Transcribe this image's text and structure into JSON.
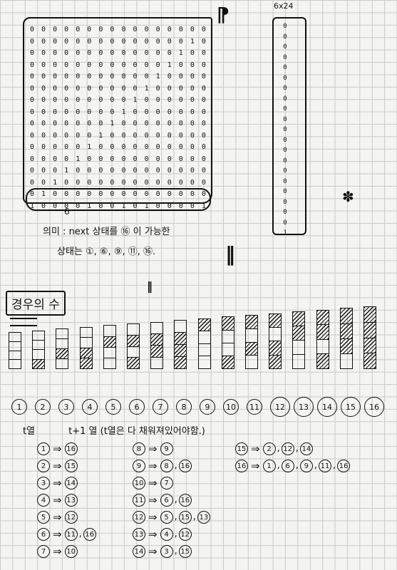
{
  "matrix": {
    "rows": [
      "0000000000000000",
      "0000000000000010",
      "0000000000000100",
      "0000000000001000",
      "0000000000010000",
      "0000000000100000",
      "0000000001000000",
      "0000000010000000",
      "0000000100000000",
      "0000001000000000",
      "0000010000000000",
      "0000100000000000",
      "0001000000000000",
      "0010000000000000",
      "0100000000000000",
      "1000010010100001"
    ],
    "row_label": "6"
  },
  "vector": {
    "label": "6x24",
    "values": [
      "0",
      "0",
      "0",
      "0",
      "0",
      "0",
      "0",
      "0",
      "0",
      "0",
      "0",
      "0",
      "0",
      "0",
      "0",
      "0",
      "0",
      "0",
      "0",
      "0",
      "1"
    ]
  },
  "meaning": {
    "line1": "의미 : next 상태를 ⑯ 이 가능한",
    "line2": "상태는 ①, ⑥, ⑨, ⑪, ⑯."
  },
  "cases": {
    "title": "경우의 수",
    "states": [
      [
        0,
        0,
        0,
        0
      ],
      [
        0,
        0,
        0,
        1
      ],
      [
        0,
        0,
        1,
        0
      ],
      [
        0,
        0,
        1,
        1
      ],
      [
        0,
        1,
        0,
        0
      ],
      [
        0,
        1,
        0,
        1
      ],
      [
        0,
        1,
        1,
        0
      ],
      [
        0,
        1,
        1,
        1
      ],
      [
        1,
        0,
        0,
        0
      ],
      [
        1,
        0,
        0,
        1
      ],
      [
        1,
        0,
        1,
        0
      ],
      [
        1,
        0,
        1,
        1
      ],
      [
        1,
        1,
        0,
        0
      ],
      [
        1,
        1,
        0,
        1
      ],
      [
        1,
        1,
        1,
        0
      ],
      [
        1,
        1,
        1,
        1
      ]
    ],
    "numbers": [
      "1",
      "2",
      "3",
      "4",
      "5",
      "6",
      "7",
      "8",
      "9",
      "10",
      "11",
      "12",
      "13",
      "14",
      "15",
      "16"
    ]
  },
  "transitions": {
    "header_left": "t열",
    "header_right": "t+1 열 (t열은 다 채워져있어야함.)",
    "col1": [
      {
        "from": "1",
        "to": [
          "16"
        ]
      },
      {
        "from": "2",
        "to": [
          "15"
        ]
      },
      {
        "from": "3",
        "to": [
          "14"
        ]
      },
      {
        "from": "4",
        "to": [
          "13"
        ]
      },
      {
        "from": "5",
        "to": [
          "12"
        ]
      },
      {
        "from": "6",
        "to": [
          "11",
          "16"
        ]
      },
      {
        "from": "7",
        "to": [
          "10"
        ]
      }
    ],
    "col2": [
      {
        "from": "8",
        "to": [
          "9"
        ]
      },
      {
        "from": "9",
        "to": [
          "8",
          "16"
        ]
      },
      {
        "from": "10",
        "to": [
          "7"
        ]
      },
      {
        "from": "11",
        "to": [
          "6",
          "16"
        ]
      },
      {
        "from": "12",
        "to": [
          "5",
          "15",
          "13"
        ]
      },
      {
        "from": "13",
        "to": [
          "4",
          "12"
        ]
      },
      {
        "from": "14",
        "to": [
          "3",
          "15"
        ]
      }
    ],
    "col3": [
      {
        "from": "15",
        "to": [
          "2",
          "12",
          "14"
        ]
      },
      {
        "from": "16",
        "to": [
          "1",
          "6",
          "9",
          "11",
          "16"
        ]
      }
    ]
  }
}
